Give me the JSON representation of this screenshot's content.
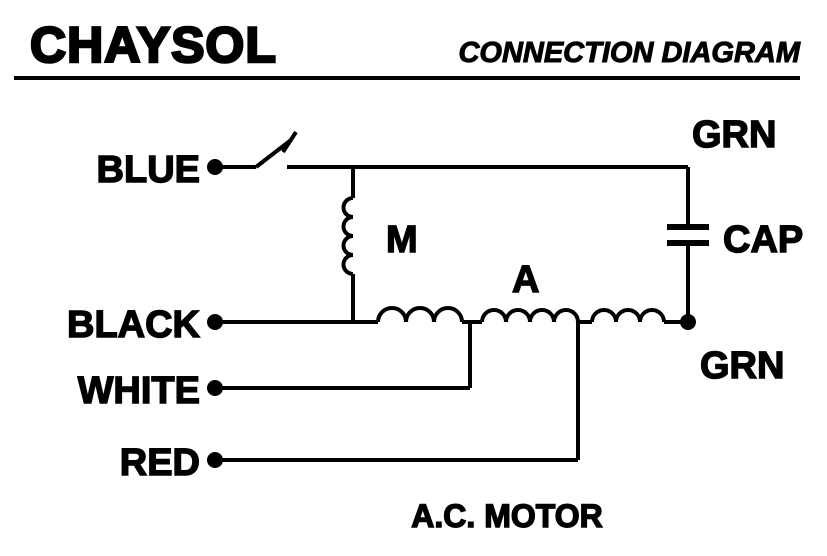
{
  "header": {
    "brand": "CHAYSOL",
    "title": "CONNECTION DIAGRAM"
  },
  "diagram": {
    "terminals": {
      "blue": "BLUE",
      "black": "BLACK",
      "white": "WHITE",
      "red": "RED"
    },
    "labels": {
      "ground_top": "GRN",
      "ground_bottom": "GRN",
      "capacitor": "CAP",
      "main_winding": "M",
      "aux_winding": "A"
    },
    "caption": "A.C. MOTOR",
    "colors": {
      "line": "#000000",
      "background": "#ffffff"
    }
  }
}
